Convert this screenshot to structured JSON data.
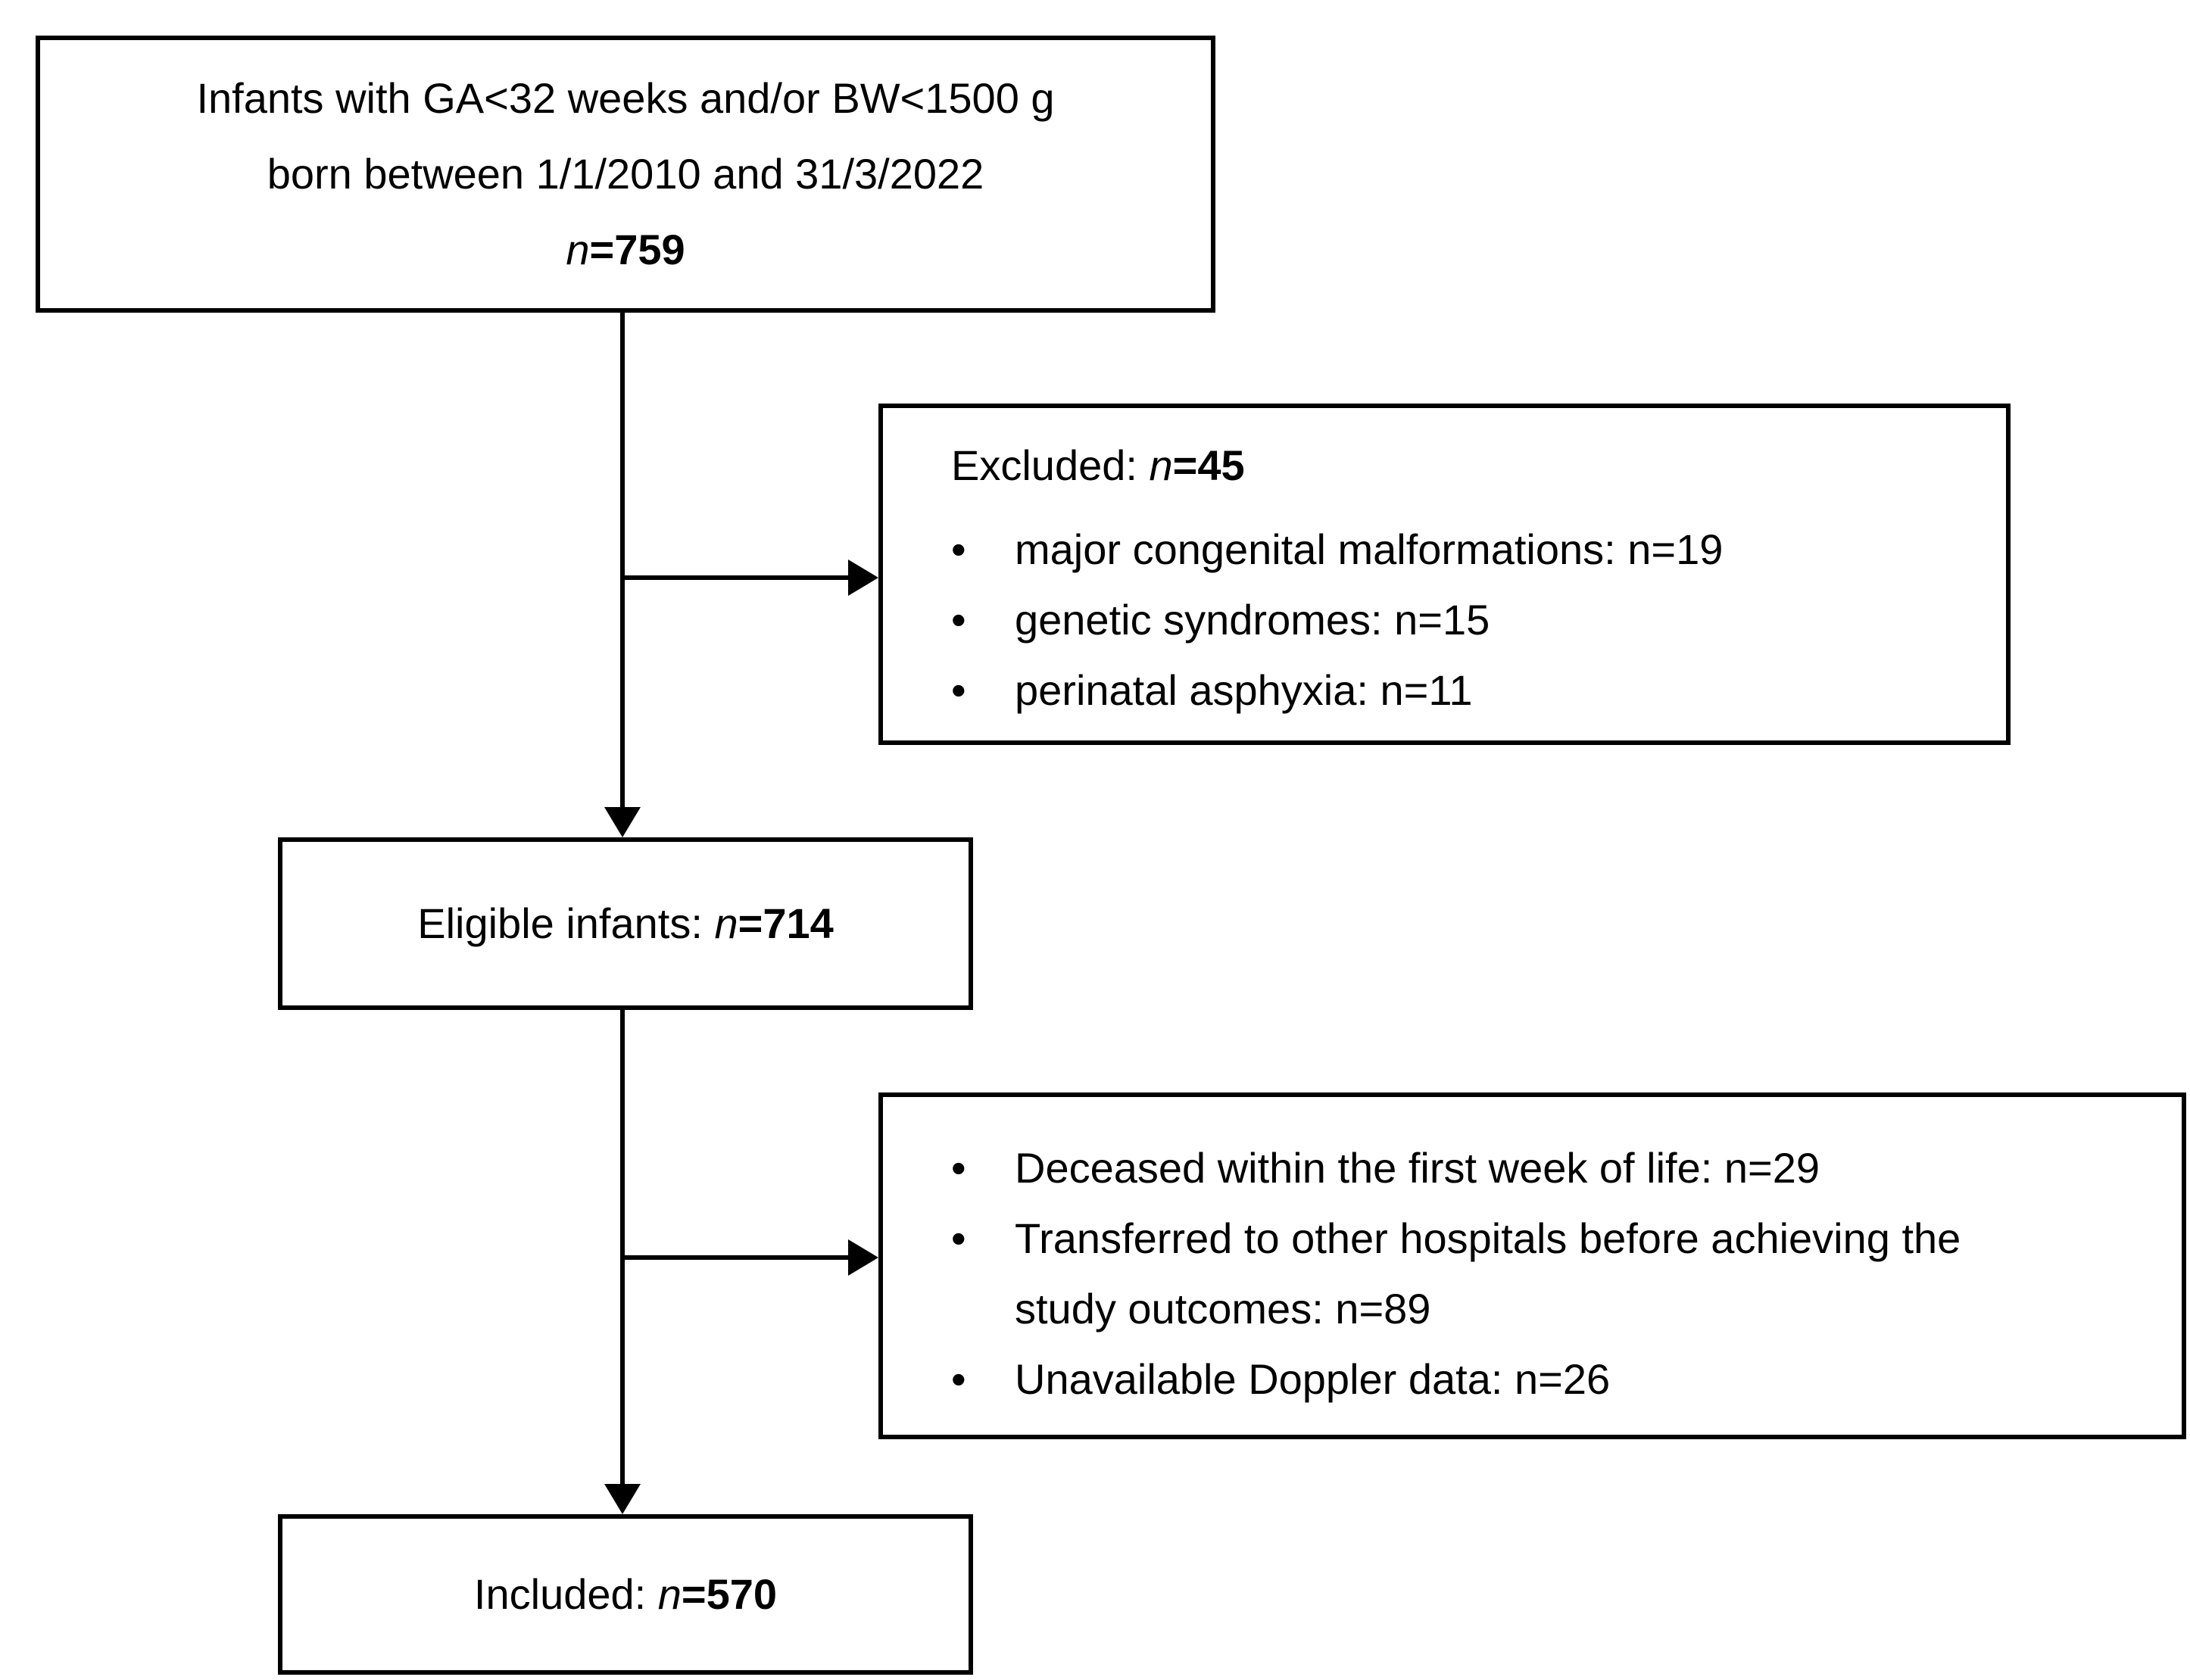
{
  "glyphs": {
    "bullet": "•"
  },
  "colors": {
    "border": "#000000",
    "text": "#000000",
    "background": "#ffffff"
  },
  "boxes": {
    "population": {
      "line1": "Infants with GA<32 weeks and/or BW<1500 g",
      "line2": "born between 1/1/2010 and 31/3/2022",
      "n_italic": "n",
      "n_rest": "=759"
    },
    "excluded": {
      "title": "Excluded: ",
      "n_italic": "n",
      "n_rest": "=45",
      "bullets": [
        "major congenital malformations: n=19",
        "genetic syndromes: n=15",
        "perinatal asphyxia: n=11"
      ]
    },
    "eligible": {
      "prefix": "Eligible infants: ",
      "n_italic": "n",
      "n_rest": "=714"
    },
    "attrition": {
      "bullets": [
        "Deceased within the first week of life: n=29",
        "Transferred to other hospitals before achieving the study outcomes: n=89",
        "Unavailable Doppler data: n=26"
      ]
    },
    "included": {
      "prefix": "Included: ",
      "n_italic": "n",
      "n_rest": "=570"
    }
  }
}
